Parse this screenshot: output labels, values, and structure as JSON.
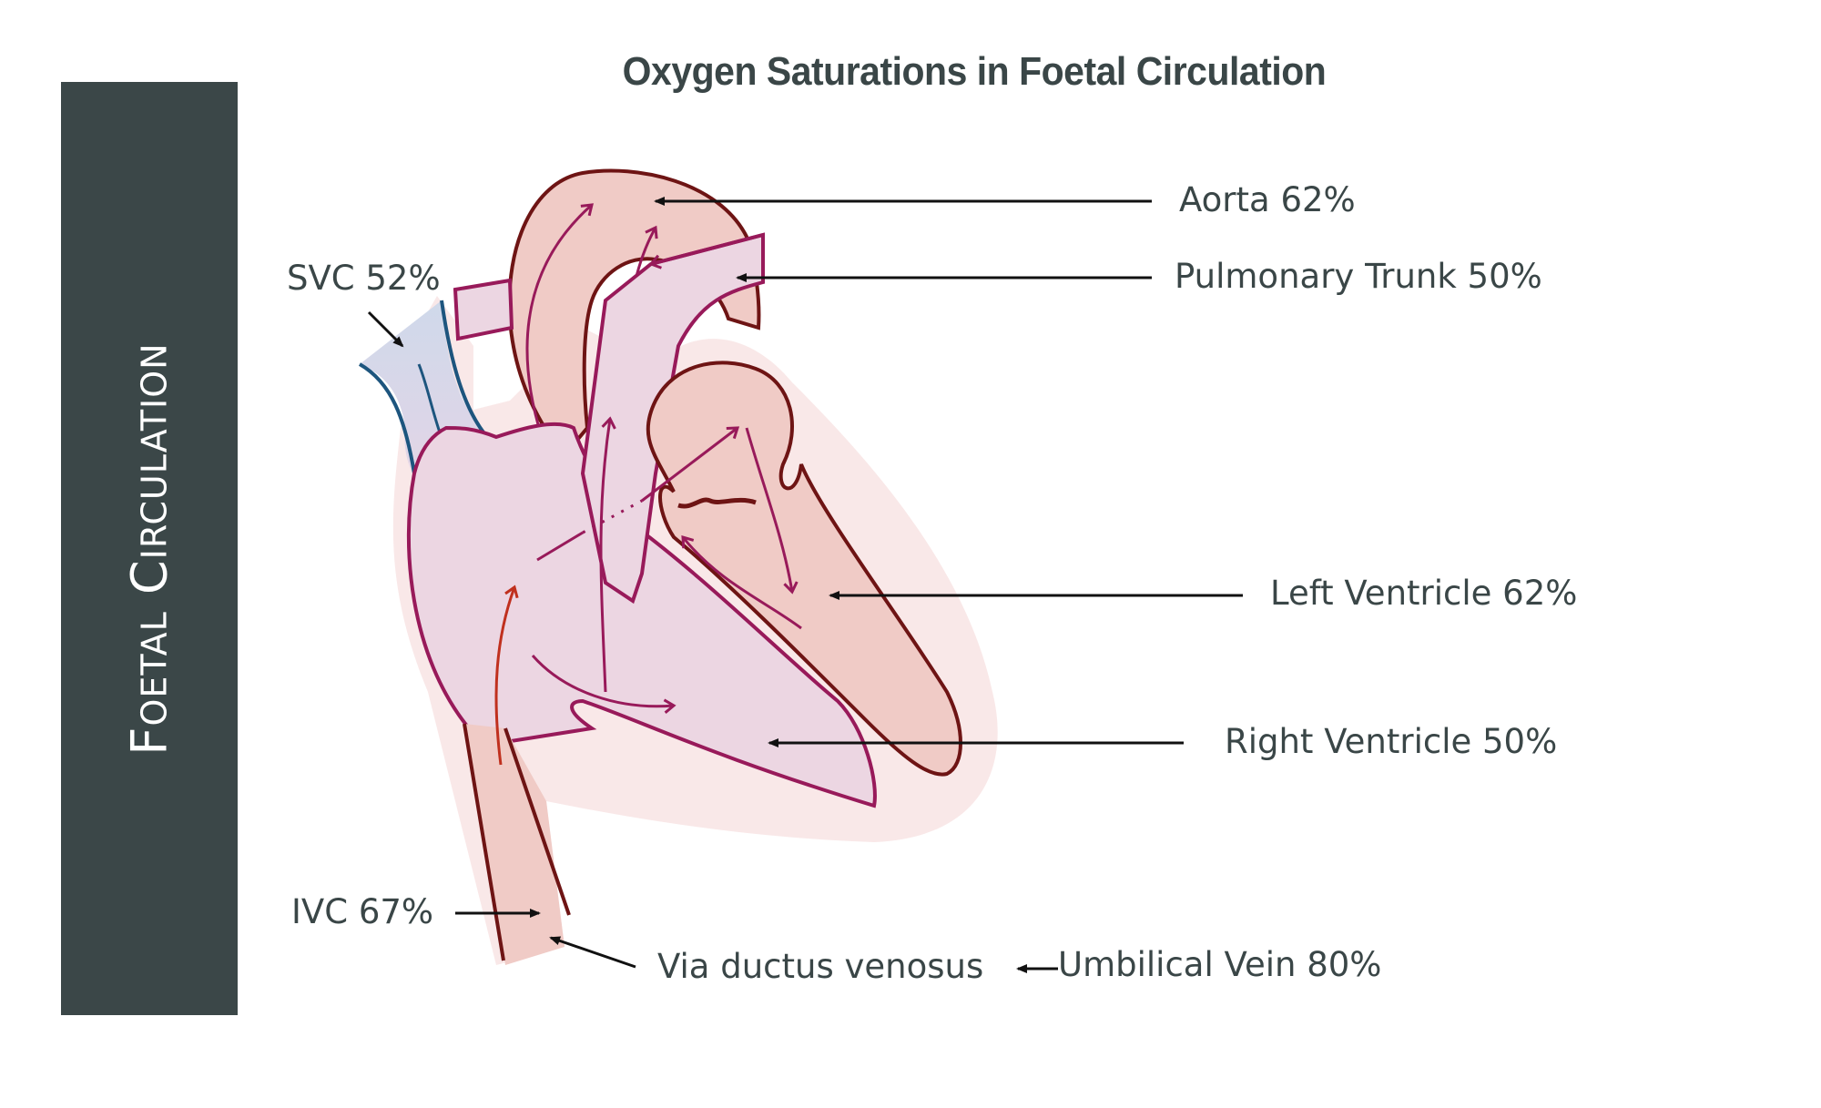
{
  "side_banner": {
    "title": "Foetal Circulation",
    "background": "#3b4748",
    "text_color": "#ffffff"
  },
  "title": "Oxygen Saturations in Foetal Circulation",
  "labels": {
    "aorta": "Aorta 62%",
    "pulmonary_trunk": "Pulmonary Trunk 50%",
    "svc": "SVC 52%",
    "left_ventricle": "Left Ventricle 62%",
    "right_ventricle": "Right Ventricle 50%",
    "ivc": "IVC 67%",
    "ductus_venosus": "Via ductus venosus",
    "umbilical_vein": "Umbilical Vein 80%"
  },
  "saturations": [
    {
      "vessel": "Aorta",
      "percent": 62
    },
    {
      "vessel": "Pulmonary Trunk",
      "percent": 50
    },
    {
      "vessel": "SVC",
      "percent": 52
    },
    {
      "vessel": "Left Ventricle",
      "percent": 62
    },
    {
      "vessel": "Right Ventricle",
      "percent": 50
    },
    {
      "vessel": "IVC",
      "percent": 67
    },
    {
      "vessel": "Umbilical Vein",
      "percent": 80
    }
  ],
  "colors": {
    "oxygenated_fill": "#f0cbc6",
    "mixed_fill": "#ecd6e2",
    "deoxygenated_fill": "#cfd9ea",
    "halo": "#f9e8e8",
    "left_outline": "#6e1414",
    "right_outline": "#981a5a",
    "svc_outline": "#1d557e",
    "ivc_flow": "#c0301e",
    "text": "#3a4647",
    "pointer": "#111111"
  }
}
